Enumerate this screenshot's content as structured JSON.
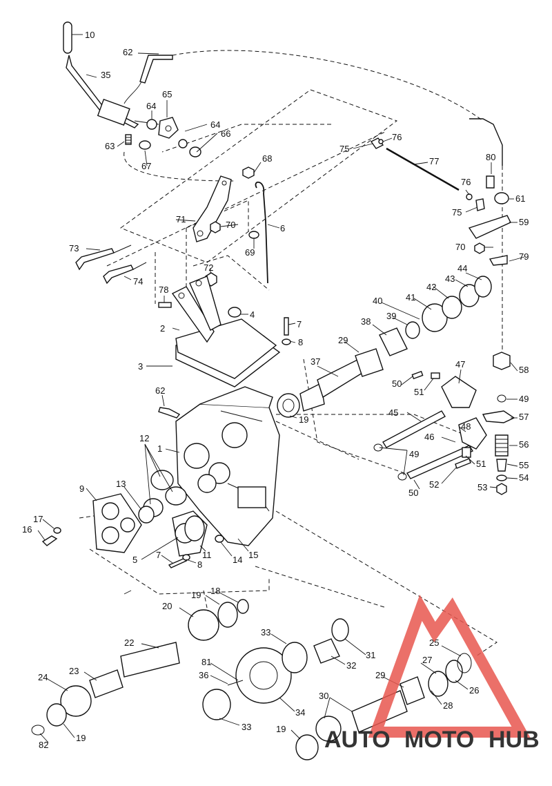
{
  "labels": {
    "p1": "1",
    "p2": "2",
    "p3": "3",
    "p4": "4",
    "p5": "5",
    "p6": "6",
    "p7a": "7",
    "p7b": "7",
    "p8a": "8",
    "p8b": "8",
    "p9": "9",
    "p10": "10",
    "p11": "11",
    "p12": "12",
    "p13": "13",
    "p14": "14",
    "p15": "15",
    "p16": "16",
    "p17": "17",
    "p18": "18",
    "p19a": "19",
    "p19b": "19",
    "p19c": "19",
    "p19d": "19",
    "p20": "20",
    "p22": "22",
    "p23": "23",
    "p24": "24",
    "p25": "25",
    "p26": "26",
    "p27": "27",
    "p28": "28",
    "p29a": "29",
    "p29b": "29",
    "p30": "30",
    "p31": "31",
    "p32": "32",
    "p33a": "33",
    "p33b": "33",
    "p34": "34",
    "p35": "35",
    "p36": "36",
    "p37": "37",
    "p38": "38",
    "p39": "39",
    "p40": "40",
    "p41": "41",
    "p42": "42",
    "p43": "43",
    "p44": "44",
    "p45": "45",
    "p46": "46",
    "p47": "47",
    "p48": "48",
    "p49a": "49",
    "p49b": "49",
    "p50a": "50",
    "p50b": "50",
    "p51a": "51",
    "p51b": "51",
    "p52": "52",
    "p53": "53",
    "p54": "54",
    "p55": "55",
    "p56": "56",
    "p57": "57",
    "p58": "58",
    "p59": "59",
    "p61": "61",
    "p62a": "62",
    "p62b": "62",
    "p63": "63",
    "p64a": "64",
    "p64b": "64",
    "p65": "65",
    "p66": "66",
    "p67": "67",
    "p68": "68",
    "p69": "69",
    "p70a": "70",
    "p70b": "70",
    "p71": "71",
    "p72": "72",
    "p73": "73",
    "p74": "74",
    "p75a": "75",
    "p75b": "75",
    "p76a": "76",
    "p76b": "76",
    "p77": "77",
    "p78": "78",
    "p79": "79",
    "p80": "80",
    "p81": "81",
    "p82": "82"
  },
  "watermark": {
    "part1": "AUTO",
    "part2": "MOTO",
    "part3": "HUB",
    "color_primary": "#e8574f",
    "color_dark": "#555555"
  }
}
